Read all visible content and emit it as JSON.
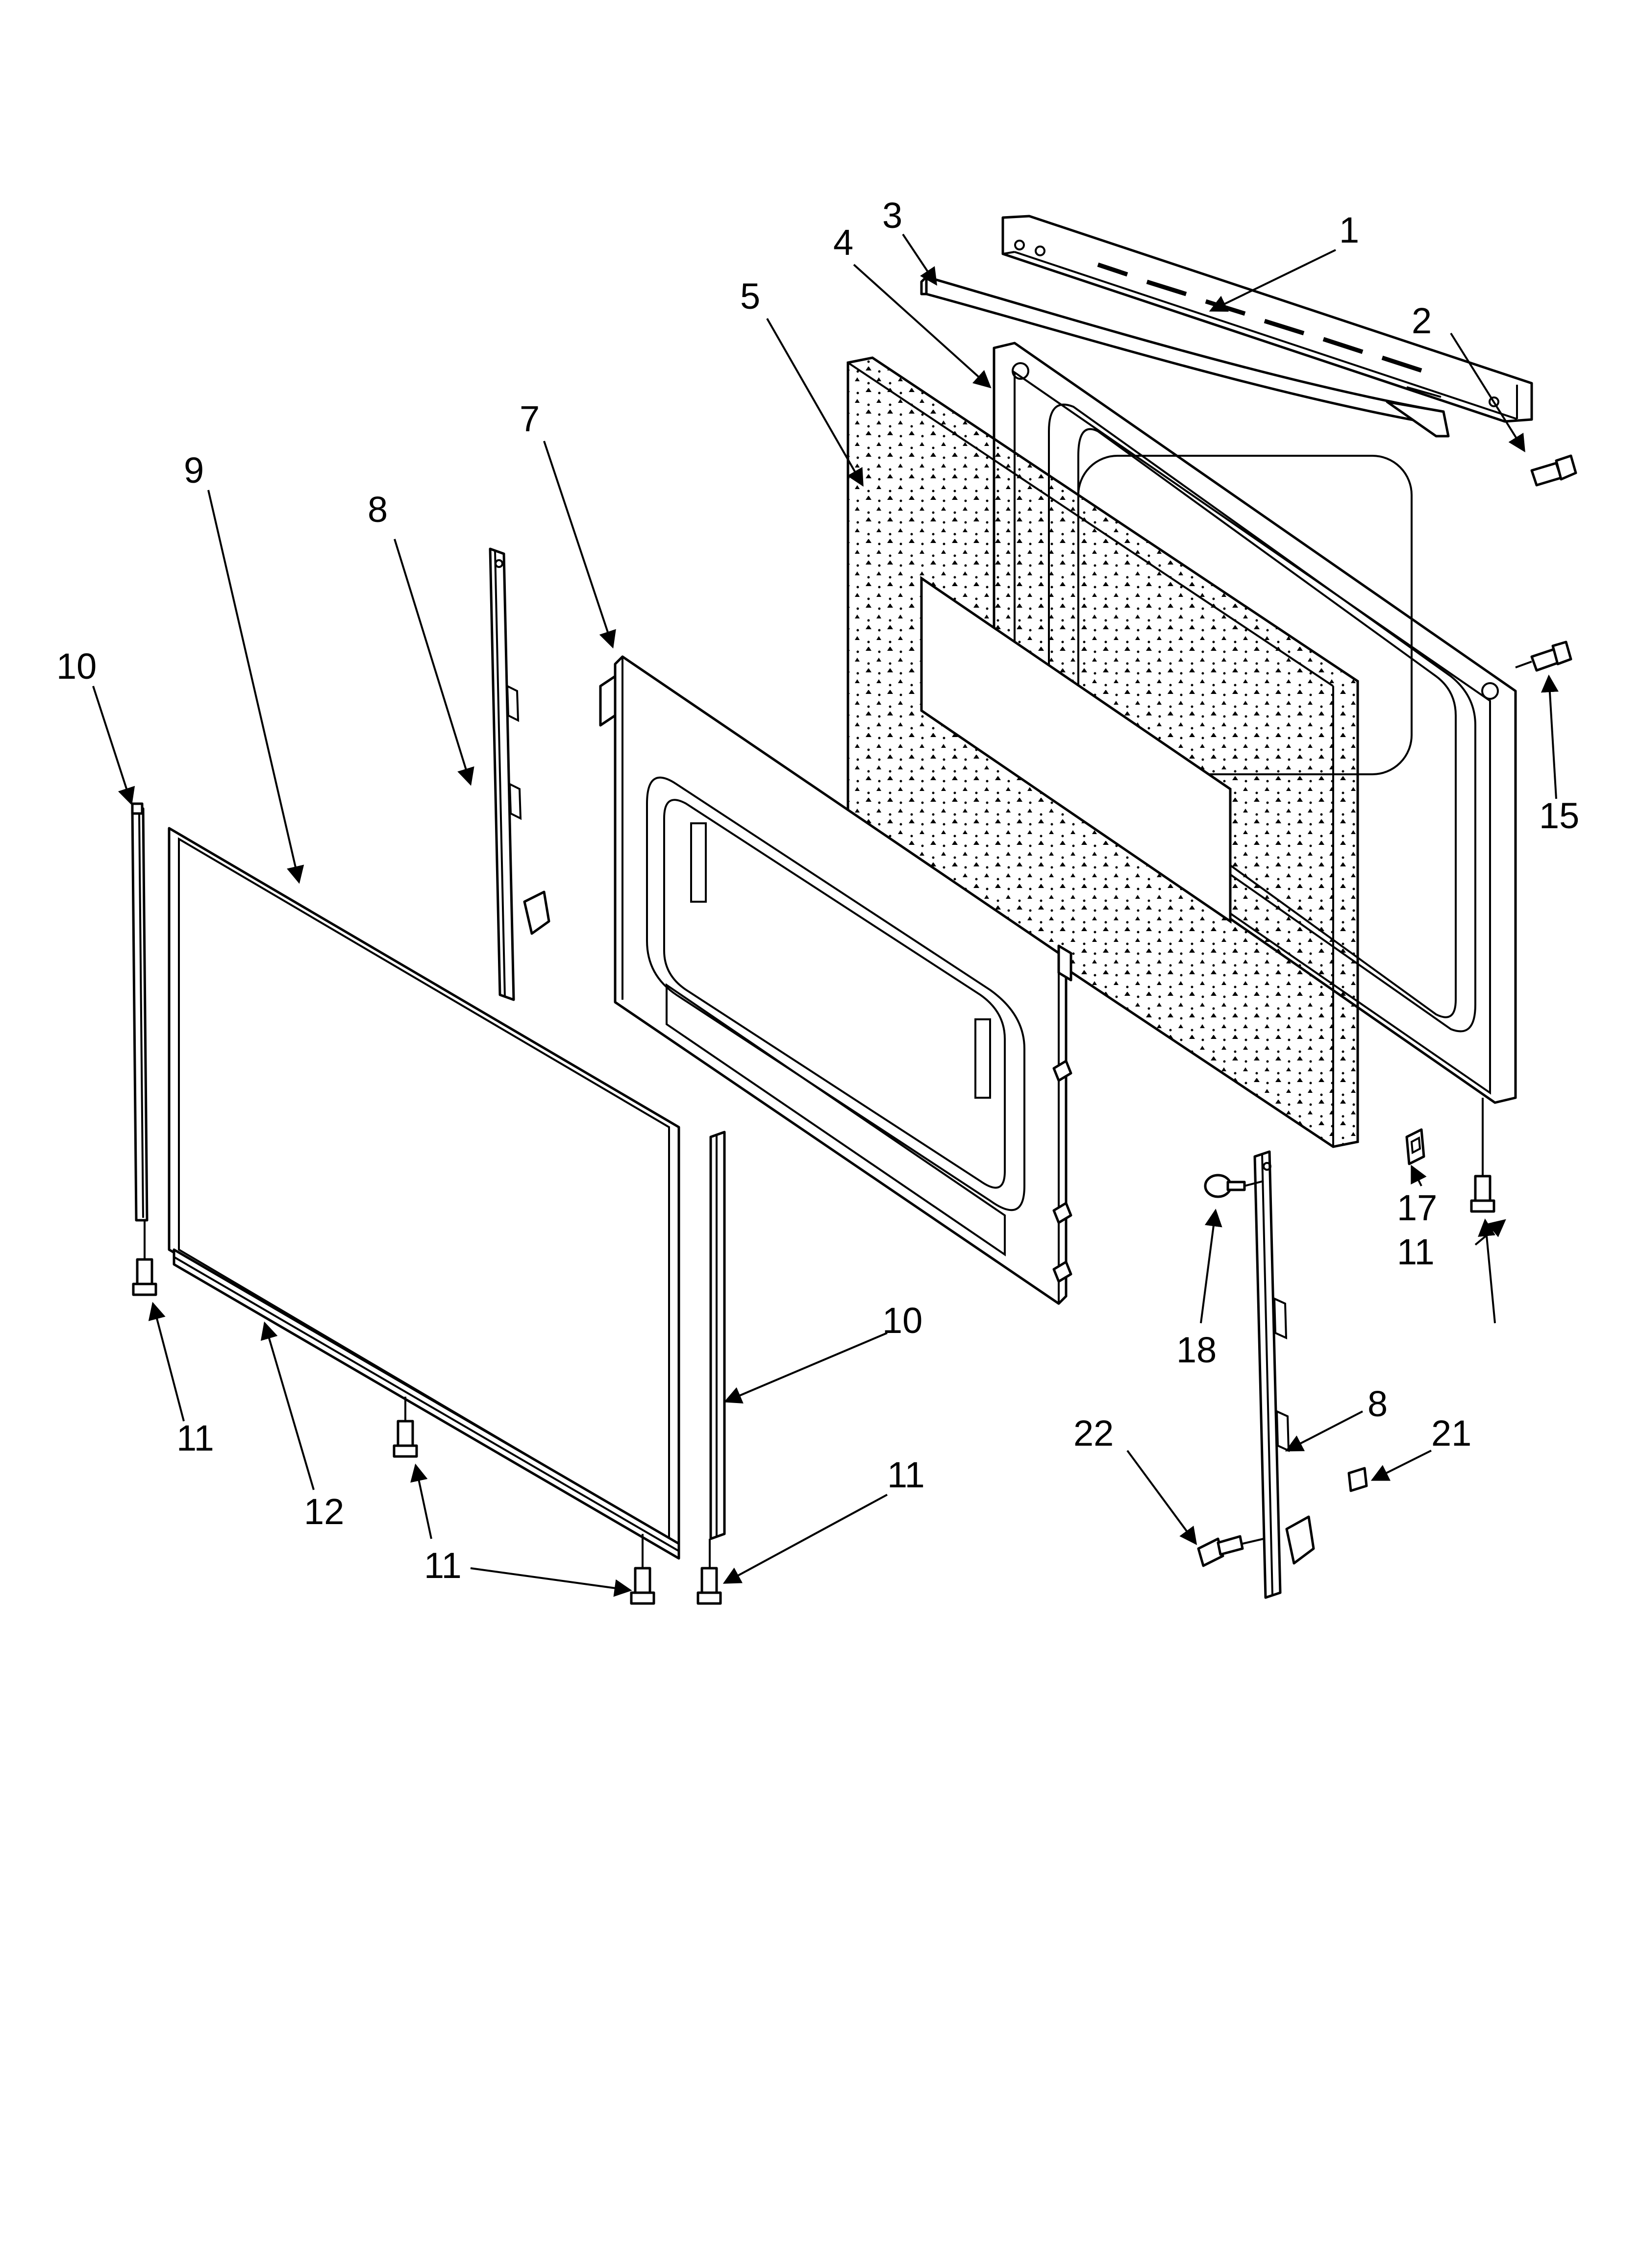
{
  "callouts": [
    {
      "id": "c1",
      "label": "1"
    },
    {
      "id": "c2",
      "label": "2"
    },
    {
      "id": "c3",
      "label": "3"
    },
    {
      "id": "c4",
      "label": "4"
    },
    {
      "id": "c5",
      "label": "5"
    },
    {
      "id": "c7",
      "label": "7"
    },
    {
      "id": "c8a",
      "label": "8"
    },
    {
      "id": "c8b",
      "label": "8"
    },
    {
      "id": "c9",
      "label": "9"
    },
    {
      "id": "c10a",
      "label": "10"
    },
    {
      "id": "c10b",
      "label": "10"
    },
    {
      "id": "c11a",
      "label": "11"
    },
    {
      "id": "c11b",
      "label": "11"
    },
    {
      "id": "c11c",
      "label": "11"
    },
    {
      "id": "c11d",
      "label": "11"
    },
    {
      "id": "c12",
      "label": "12"
    },
    {
      "id": "c15",
      "label": "15"
    },
    {
      "id": "c17",
      "label": "17"
    },
    {
      "id": "c18",
      "label": "18"
    },
    {
      "id": "c21",
      "label": "21"
    },
    {
      "id": "c22",
      "label": "22"
    }
  ]
}
